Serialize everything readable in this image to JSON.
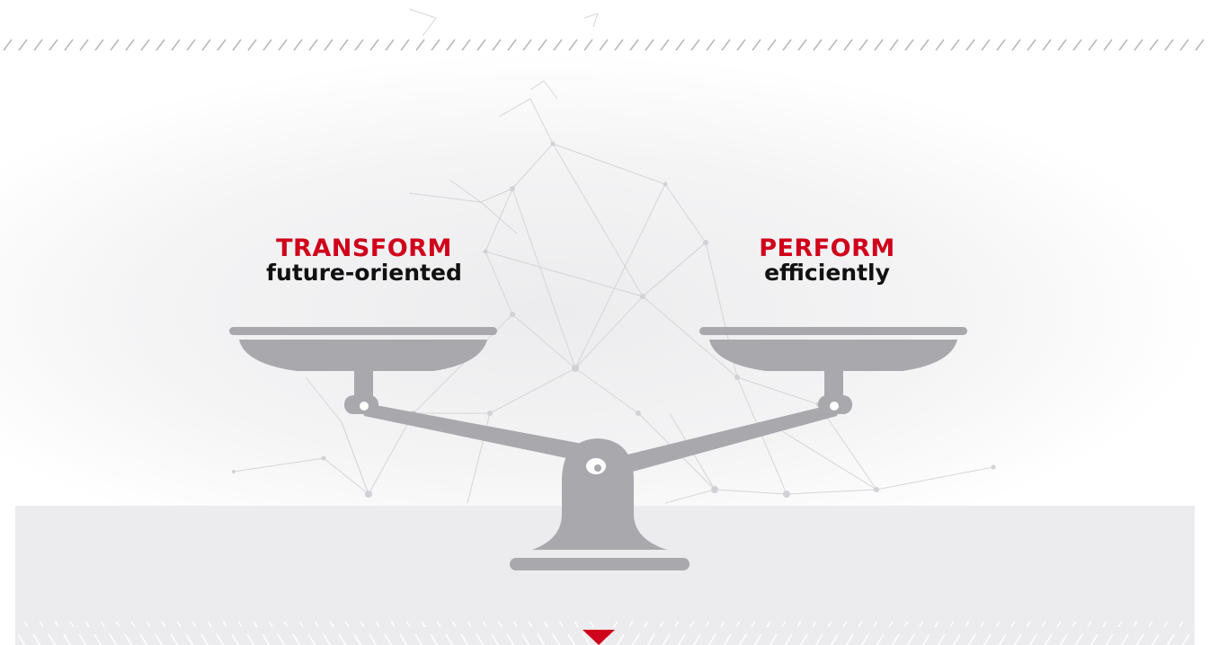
{
  "left_pan": {
    "heading": "TRANSFORM",
    "subheading": "future-oriented"
  },
  "right_pan": {
    "heading": "PERFORM",
    "subheading": "efficiently"
  },
  "colors": {
    "accent_red": "#d0021b",
    "scale_gray": "#a9a9ad",
    "floor_gray": "#ececee",
    "hatch_gray": "#b8b8bc",
    "network_gray": "#d2d2d6"
  },
  "icons": {
    "scale": "balance-scale-icon",
    "pointer": "triangle-down-icon",
    "background": "network-mesh"
  }
}
